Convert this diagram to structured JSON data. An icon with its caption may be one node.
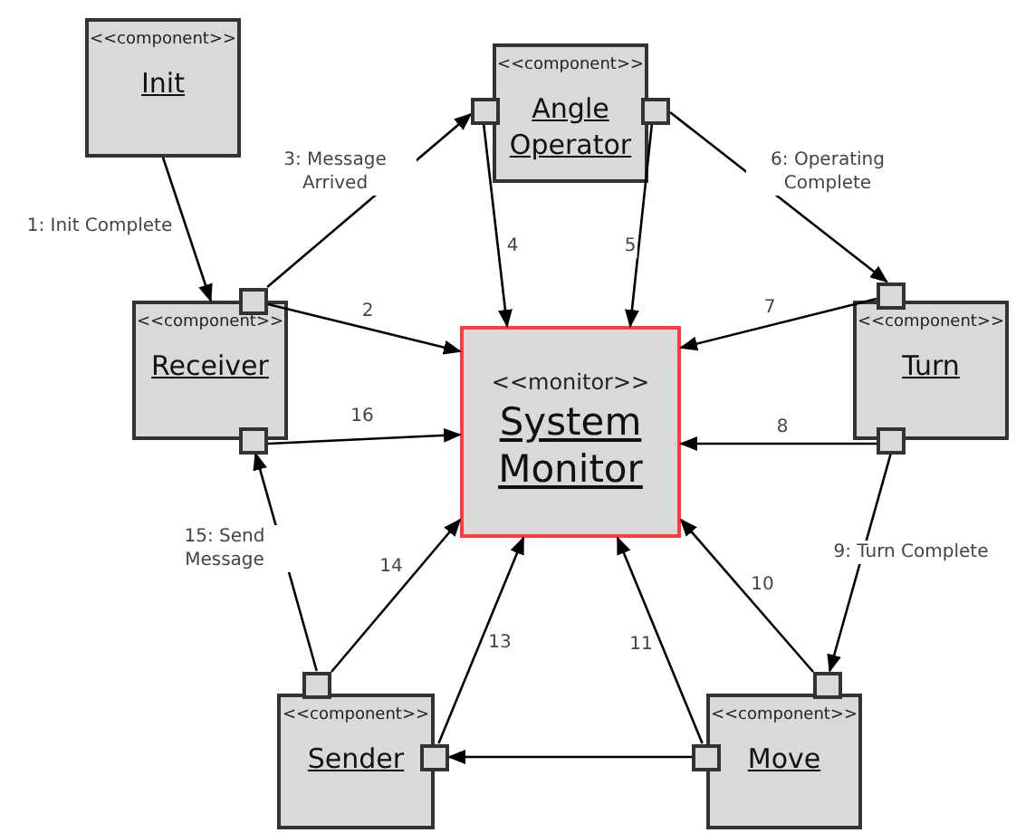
{
  "diagram": {
    "nodes": [
      {
        "text": [
          "<<component>>",
          "Init"
        ]
      },
      {
        "text": [
          "<<component>>",
          "Receiver"
        ]
      },
      {
        "text": [
          "<<component>>",
          "Angle Operator"
        ]
      },
      {
        "text": [
          "<<monitor>>",
          "System Monitor"
        ]
      },
      {
        "text": [
          "<<component>>",
          "Turn"
        ]
      },
      {
        "text": [
          "<<component>>",
          "Sender"
        ]
      },
      {
        "text": [
          "<<component>>",
          "Move"
        ]
      },
      {
        "text": [],
        "shape": "box"
      },
      {
        "text": [],
        "shape": "box"
      },
      {
        "text": [],
        "shape": "box"
      },
      {
        "text": [],
        "shape": "box"
      },
      {
        "text": [],
        "shape": "box"
      },
      {
        "text": [],
        "shape": "box"
      },
      {
        "text": [],
        "shape": "box"
      },
      {
        "text": [],
        "shape": "box"
      },
      {
        "text": [],
        "shape": "box"
      },
      {
        "text": [],
        "shape": "box"
      }
    ],
    "edges": [
      {
        "from": 0,
        "to": 1,
        "arrow": "to",
        "label": "1: Init Complete"
      },
      {
        "from": 7,
        "to": 9,
        "arrow": "to",
        "label": "3: Message Arrived"
      },
      {
        "from": 7,
        "to": 3,
        "arrow": "to",
        "label": "2"
      },
      {
        "from": 9,
        "to": 3,
        "arrow": "to",
        "label": "4"
      },
      {
        "from": 10,
        "to": 3,
        "arrow": "to",
        "label": "5"
      },
      {
        "from": 10,
        "to": 11,
        "arrow": "to",
        "label": "6: Operating Complete"
      },
      {
        "from": 11,
        "to": 3,
        "arrow": "to",
        "label": "7"
      },
      {
        "from": 12,
        "to": 3,
        "arrow": "to",
        "label": "8"
      },
      {
        "from": 12,
        "to": 15,
        "arrow": "to",
        "label": "9: Turn Complete"
      },
      {
        "from": 15,
        "to": 3,
        "arrow": "to",
        "label": "10"
      },
      {
        "from": 16,
        "to": 3,
        "arrow": "to",
        "label": "11"
      },
      {
        "from": 16,
        "to": 14,
        "arrow": "to"
      },
      {
        "from": 14,
        "to": 3,
        "arrow": "to",
        "label": "13"
      },
      {
        "from": 13,
        "to": 3,
        "arrow": "to",
        "label": "14"
      },
      {
        "from": 13,
        "to": 8,
        "arrow": "to",
        "label": "15: Send Message"
      },
      {
        "from": 8,
        "to": 3,
        "arrow": "to",
        "label": "16"
      }
    ]
  }
}
